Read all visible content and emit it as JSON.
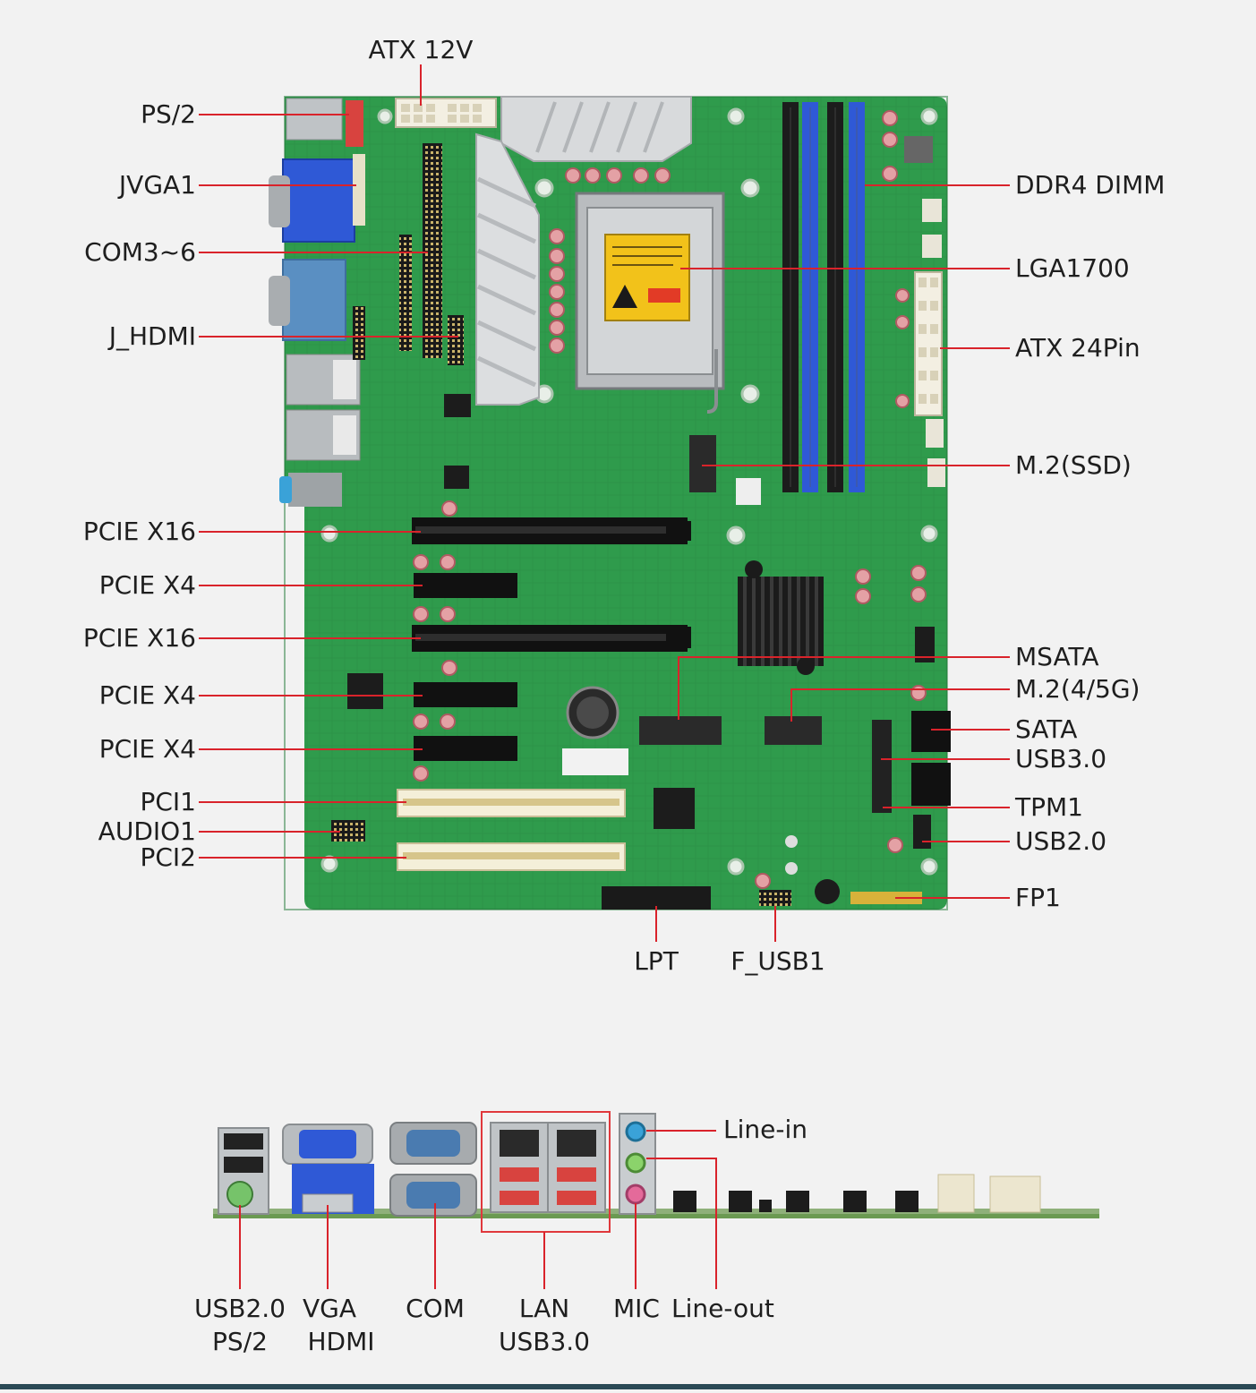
{
  "board_labels": {
    "left": [
      "PS/2",
      "JVGA1",
      "COM3~6",
      "J_HDMI",
      "PCIE X16",
      "PCIE X4",
      "PCIE X16",
      "PCIE X4",
      "PCIE X4",
      "PCI1",
      "AUDIO1",
      "PCI2"
    ],
    "top": [
      "ATX 12V"
    ],
    "right": [
      "DDR4 DIMM",
      "LGA1700",
      "ATX 24Pin",
      "M.2(SSD)",
      "MSATA",
      "M.2(4/5G)",
      "SATA",
      "USB3.0",
      "TPM1",
      "USB2.0",
      "FP1"
    ],
    "bottom": [
      "LPT",
      "F_USB1"
    ]
  },
  "io_labels": {
    "right": [
      "Line-in"
    ],
    "bottom": [
      [
        "USB2.0",
        "PS/2"
      ],
      [
        "VGA",
        "HDMI"
      ],
      [
        "COM"
      ],
      [
        "LAN",
        "USB3.0"
      ],
      [
        "MIC"
      ],
      [
        "Line-out"
      ]
    ]
  },
  "colors": {
    "pcb": "#2f9b4c",
    "leader_line": "#d9232b",
    "dimm_blue": "#2f59d6",
    "dimm_black": "#1c1c1c",
    "highlight_box": "#e0383c",
    "background": "#f2f2f2"
  }
}
